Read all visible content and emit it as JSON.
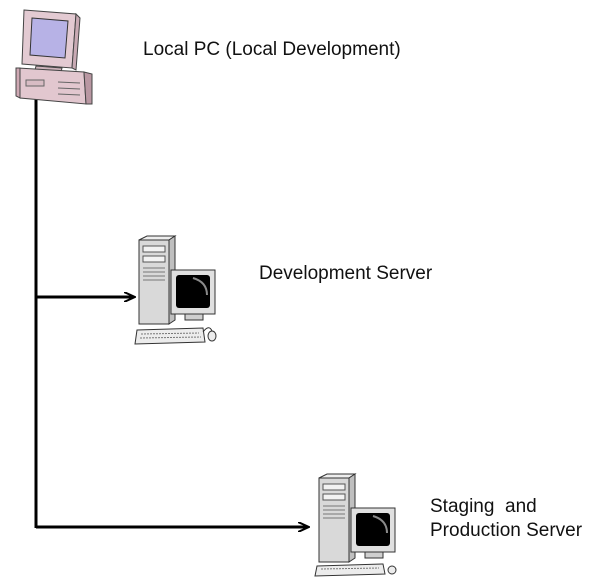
{
  "nodes": {
    "local_pc": {
      "label": "Local PC (Local Development)",
      "icon": "desktop-pc-icon"
    },
    "dev_server": {
      "label": "Development Server",
      "icon": "server-workstation-icon"
    },
    "staging_server": {
      "label": "Staging  and\nProduction Server",
      "icon": "server-workstation-icon"
    }
  },
  "colors": {
    "line": "#000000",
    "pc_case": "#e2c7cf",
    "pc_screen": "#b7b2e6",
    "server_body": "#d9d9d9",
    "monitor_screen": "#000000"
  }
}
